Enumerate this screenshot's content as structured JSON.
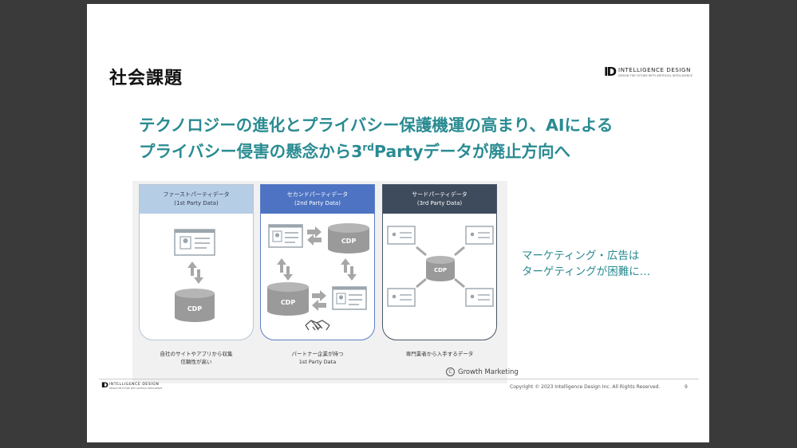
{
  "slide": {
    "title": "社会課題",
    "logo": {
      "mark": "ID",
      "name": "INTELLIGENCE DESIGN",
      "tagline": "DESIGN THE FUTURE WITH ARTIFICIAL INTELLIGENCE"
    },
    "headline": {
      "line1": "テクノロジーの進化とプライバシー保護機運の高まり、AIによる",
      "line2_before": "プライバシー侵害の懸念から3",
      "line2_sup": "rd",
      "line2_after": "Partyデータが廃止方向へ"
    },
    "panels": [
      {
        "title": "ファーストパーティデータ",
        "subtitle": "(1st Party Data)",
        "cdp": "CDP",
        "caption1": "自社のサイトやアプリから収集",
        "caption2": "信頼性が高い"
      },
      {
        "title": "セカンドパーティデータ",
        "subtitle": "(2nd Party Data)",
        "cdp": "CDP",
        "caption1": "パートナー企業が持つ",
        "caption2": "1st Party Data"
      },
      {
        "title": "サードパーティデータ",
        "subtitle": "(3rd Party Data)",
        "cdp": "CDP",
        "caption1": "専門業者から入手するデータ",
        "caption2": ""
      }
    ],
    "watermark": "Growth Marketing",
    "side_note": {
      "line1": "マーケティング・広告は",
      "line2": "ターゲティングが困難に…"
    },
    "footer": {
      "copyright": "Copyright © 2023 Intelligence Design Inc. All Rights Reserved.",
      "page": "9"
    }
  },
  "colors": {
    "accent": "#2a8b92",
    "panel1": "#b6cde6",
    "panel2": "#4d73c2",
    "panel3": "#3e4b5c",
    "cylinder": "#9a9a9a"
  },
  "icons": [
    "id-card-icon",
    "database-icon",
    "double-arrow-icon",
    "handshake-icon",
    "copyright-icon"
  ]
}
